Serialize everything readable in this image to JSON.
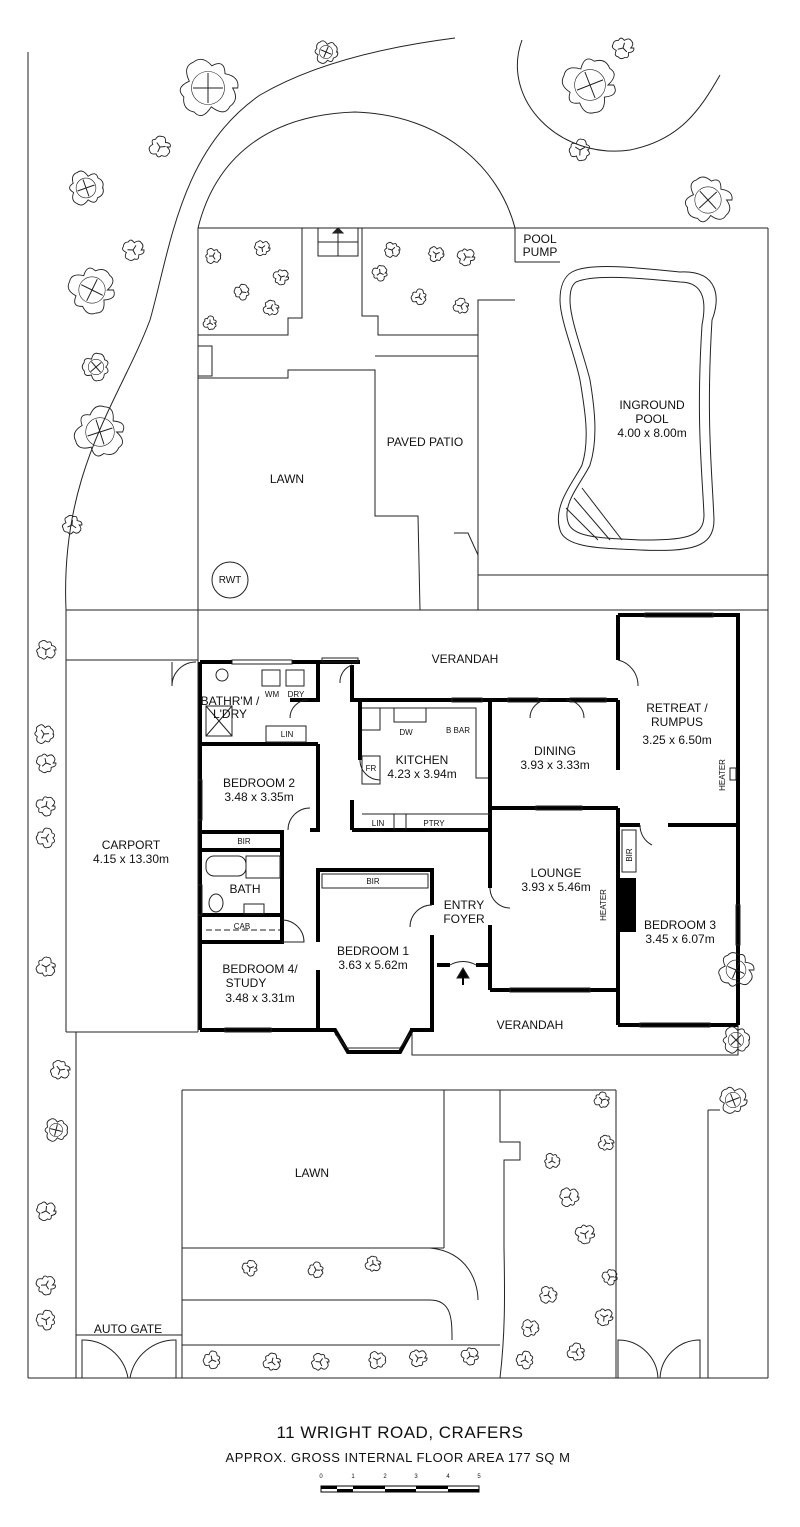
{
  "plan": {
    "title": "11 WRIGHT ROAD, CRAFERS",
    "area_label": "APPROX. GROSS INTERNAL FLOOR AREA  177 SQ M",
    "scale_ticks": [
      "0",
      "1",
      "2",
      "3",
      "4",
      "5"
    ]
  },
  "rooms": {
    "pool_pump": [
      "POOL",
      "PUMP"
    ],
    "pool": [
      "INGROUND",
      "POOL",
      "4.00 x 8.00m"
    ],
    "paved_patio": "PAVED PATIO",
    "lawn_top": "LAWN",
    "rwt": "RWT",
    "verandah_top": "VERANDAH",
    "bath_laundry": [
      "BATHR'M /",
      "L'DRY"
    ],
    "wm": "WM",
    "dry": "DRY",
    "lin1": "LIN",
    "dw": "DW",
    "bbar": "B BAR",
    "kitchen": [
      "KITCHEN",
      "4.23 x 3.94m"
    ],
    "fr": "FR",
    "dining": [
      "DINING",
      "3.93 x 3.33m"
    ],
    "retreat": [
      "RETREAT /",
      "RUMPUS",
      "3.25 x 6.50m"
    ],
    "heater1": "HEATER",
    "bedroom2": [
      "BEDROOM 2",
      "3.48 x 3.35m"
    ],
    "bir1": "BIR",
    "lin2": "LIN",
    "ptry": "PTRY",
    "carport": [
      "CARPORT",
      "4.15 x 13.30m"
    ],
    "bath": "BATH",
    "bir2": "BIR",
    "entry": [
      "ENTRY",
      "FOYER"
    ],
    "lounge": [
      "LOUNGE",
      "3.93 x 5.46m"
    ],
    "heater2": "HEATER",
    "bir3": "BIR",
    "bedroom3": [
      "BEDROOM 3",
      "3.45 x 6.07m"
    ],
    "cab": "CAB",
    "bedroom1": [
      "BEDROOM 1",
      "3.63 x 5.62m"
    ],
    "bedroom4": [
      "BEDROOM 4/",
      "STUDY",
      "3.48 x 3.31m"
    ],
    "verandah_bottom": "VERANDAH",
    "lawn_bottom": "LAWN",
    "auto_gate": "AUTO GATE"
  }
}
